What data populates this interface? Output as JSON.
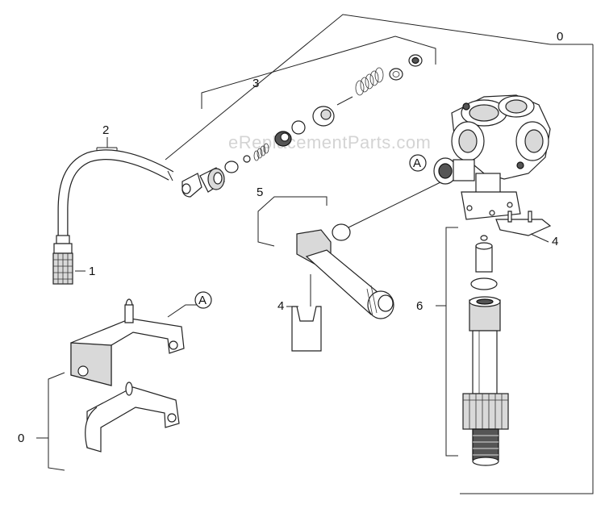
{
  "diagram": {
    "watermark": "eReplacementParts.com",
    "callouts": {
      "c0_top": "0",
      "c0_bottom": "0",
      "c1": "1",
      "c2": "2",
      "c3": "3",
      "c4_right": "4",
      "c4_mid": "4",
      "c5": "5",
      "c6": "6",
      "a_pump": "A",
      "a_bracket": "A"
    }
  }
}
